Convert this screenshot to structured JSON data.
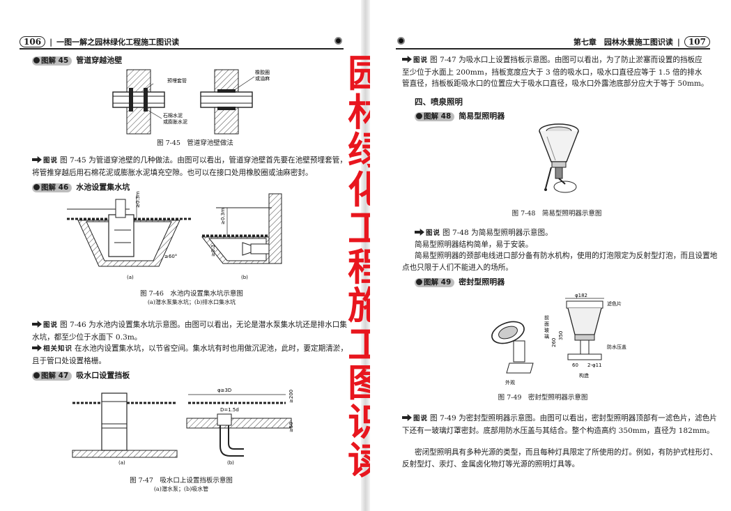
{
  "left_page": {
    "header": {
      "page_number": "106",
      "running_title": "一图一解之园林绿化工程施工图识读"
    },
    "fig45": {
      "label": "图解 45",
      "title": "管道穿越池壁",
      "annot": {
        "pre_sleeve": "预埋套管",
        "rubber_ring": "橡胶圈",
        "or_hemp": "或油麻",
        "asbestos1": "石棉水泥",
        "asbestos2": "或膨胀水泥"
      },
      "caption": "图 7-45　管道穿池壁做法"
    },
    "para1": {
      "tag": "图说",
      "text": "图 7-45 为管道穿池壁的几种做法。由图可以看出，管道穿池壁首先要在池壁预埋套管，将管推穿越后用石棉花泥或膨胀水泥填充空隙。也可以在接口处用橡胶圈或油麻密封。"
    },
    "fig46": {
      "label": "图解 46",
      "title": "水池设置集水坑",
      "annot": {
        "dim_a": "≥0.3m",
        "angle": "≥60°",
        "dim_b": "≥0.3m",
        "dim_b2": "≥0.3"
      },
      "sub_a": "(a)",
      "sub_b": "(b)",
      "caption": "图 7-46　水池内设置集水坑示意图",
      "subcaption": "(a)潜水泵集水坑；(b)排水口集水坑"
    },
    "para2": {
      "tag": "图说",
      "text": "图 7-46 为水池内设置集水坑示意图。由图可以看出，无论是潜水泵集水坑还是排水口集水坑，都至少位于水面下 0.3m。"
    },
    "para3": {
      "tag": "相关知识",
      "text": "在水池内设置集水坑，以节省空间。集水坑有时也用做沉泥池，此时，要定期清淤，且于管口处设置格栅。"
    },
    "fig47": {
      "label": "图解 47",
      "title": "吸水口设置挡板",
      "annot": {
        "dim_3d": "φ≥3D",
        "dim_15d": "D=1.5d",
        "dim_200": "≥200",
        "dim_50": "≥50"
      },
      "sub_a": "(a)",
      "sub_b": "(b)",
      "caption": "图 7-47　吸水口上设置挡板示意图",
      "subcaption": "(a)潜水泵；(b)吸水管"
    }
  },
  "center_title": [
    "园",
    "林",
    "绿",
    "化",
    "工",
    "程",
    "施",
    "工",
    "图",
    "识",
    "读"
  ],
  "right_page": {
    "header": {
      "page_number": "107",
      "running_title": "第七章　园林水景施工图识读"
    },
    "para1": {
      "tag": "图说",
      "text": "图 7-47 为吸水口上设置挡板示意图。由图可以看出，为了防止淤塞而设置的挡板应至少位于水面上 200mm，挡板宽度应大于 3 倍的吸水口，吸水口直径应等于 1.5 倍的排水管直径，挡板板距吸水口的位置应大于吸水口直径，吸水口外露池底部分应大于等于 50mm。"
    },
    "section": "四、喷泉照明",
    "fig48": {
      "label": "图解 48",
      "title": "简易型照明器",
      "caption": "图 7-48　简易型照明器示意图"
    },
    "para2": {
      "tag": "图说",
      "text": "图 7-48 为简易型照明器示意图。"
    },
    "para3": {
      "text": "简易型照明器结构简单，易于安装。"
    },
    "para4": {
      "text": "简易型照明器的颈部电线进口部分备有防水机构，使用的灯泡限定为反射型灯泡，而且设置地点也只限于人们不能进入的场所。"
    },
    "fig49": {
      "label": "图解 49",
      "title": "密封型照明器",
      "annot": {
        "phi182": "φ182",
        "filter": "滤色片",
        "front_glass": [
          "前",
          "面",
          "玻",
          "璃"
        ],
        "cover": "防水压盖",
        "h260": "260",
        "h350": "350",
        "w60": "60",
        "bolt": "2-φ11"
      },
      "sub_a": "外观",
      "sub_b": "构造",
      "caption": "图 7-49　密封型照明器示意图"
    },
    "para5": {
      "tag": "图说",
      "text": "图 7-49 为密封型照明器示意图。由图可以看出，密封型照明器顶部有一滤色片，滤色片下还有一玻璃灯罩密封。底部用防水压盖与其结合。整个构造高约 350mm，直径为 182mm。"
    },
    "para6": {
      "text": "密闭型照明具有多种光源的类型，而且每种灯具限定了所使用的灯。例如，有防护式柱形灯、反射型灯、汞灯、金属卤化物灯等光源的照明灯具等。"
    }
  }
}
